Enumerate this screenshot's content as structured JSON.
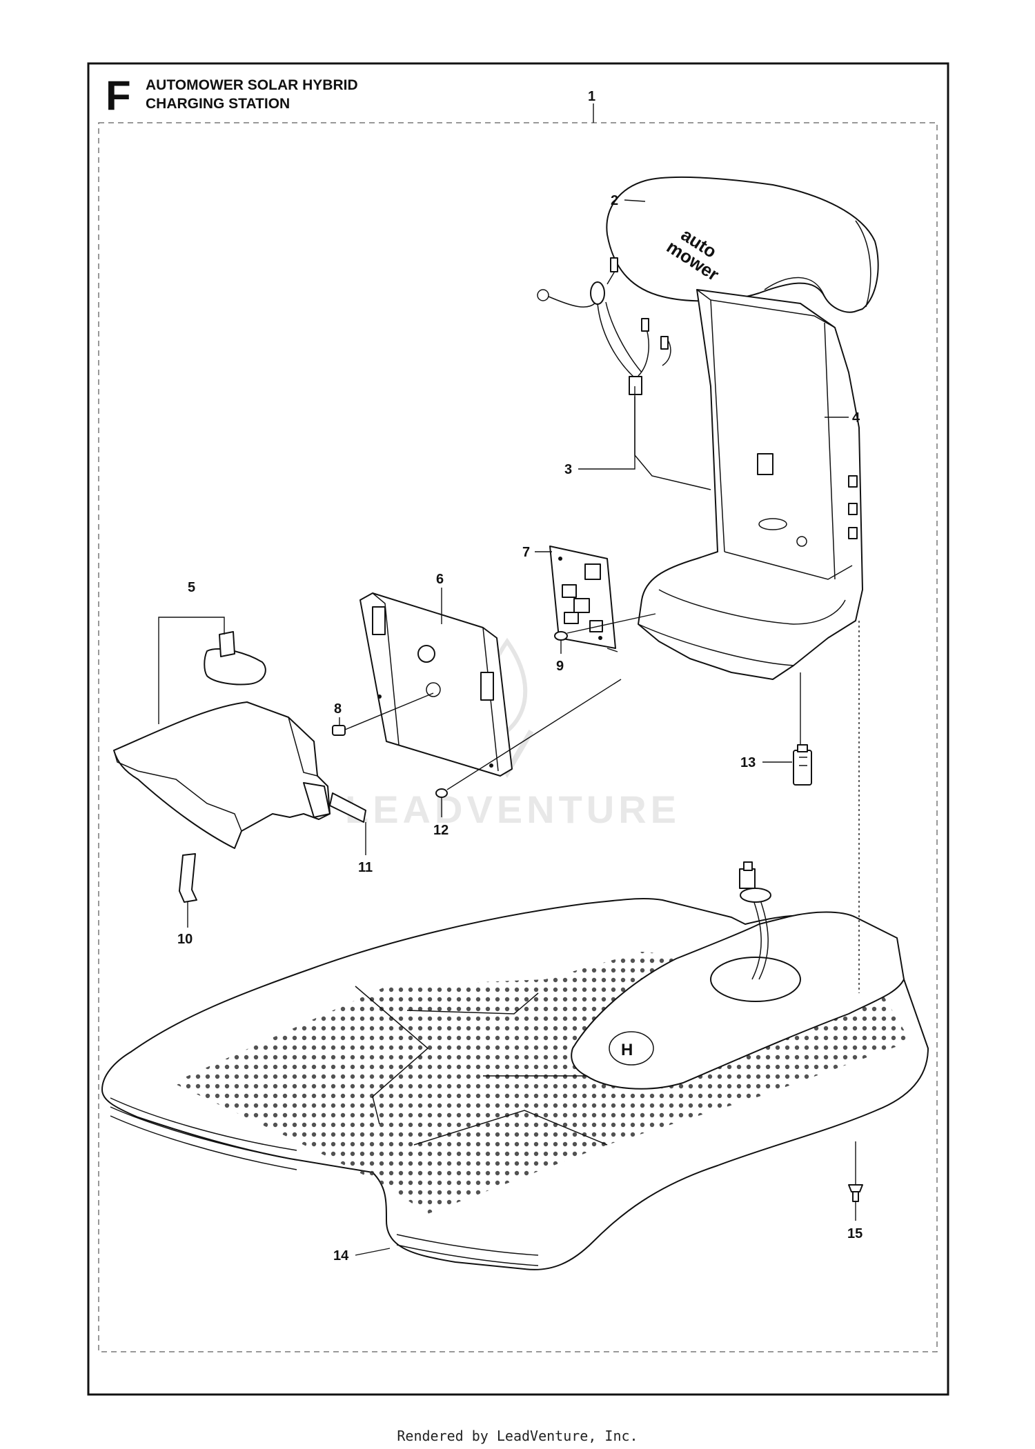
{
  "diagram": {
    "section_letter": "F",
    "title_line1": "AUTOMOWER SOLAR HYBRID",
    "title_line2": "CHARGING STATION",
    "logo_text_line1": "auto",
    "logo_text_line2": "mower",
    "watermark": "LEADVENTURE",
    "callouts": [
      "1",
      "2",
      "3",
      "4",
      "5",
      "6",
      "7",
      "8",
      "9",
      "10",
      "11",
      "12",
      "13",
      "14",
      "15"
    ]
  },
  "footer": {
    "text": "Rendered by LeadVenture, Inc."
  }
}
